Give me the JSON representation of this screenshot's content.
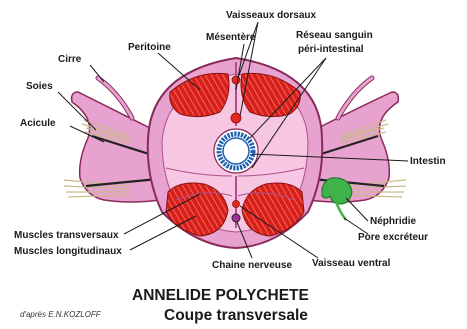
{
  "labels": {
    "vaisseaux_dorsaux": "Vaisseaux dorsaux",
    "mesentere": "Mésentère",
    "reseau_line1": "Réseau sanguin",
    "reseau_line2": "péri-intestinal",
    "peritoine": "Peritoine",
    "cirre": "Cirre",
    "soies": "Soies",
    "acicule": "Acicule",
    "intestin": "Intestin",
    "nephridie": "Néphridie",
    "pore_excreteur": "Pore excréteur",
    "vaisseau_ventral": "Vaisseau ventral",
    "chaine_nerveuse": "Chaine nerveuse",
    "muscles_transversaux": "Muscles transversaux",
    "muscles_longitudinaux": "Muscles longitudinaux"
  },
  "title": "ANNELIDE POLYCHETE",
  "subtitle": "Coupe transversale",
  "credit": "d'après E.N.KOZLOFF",
  "colors": {
    "body_wall": "#e8a2cf",
    "body_outline": "#8a2a5a",
    "coelom": "#f6c6e2",
    "muscle": "#e0281e",
    "muscle_stripe": "#ff8a80",
    "intestine_ring": "#1f5fb0",
    "intestine_lumen": "#ffffff",
    "vessel": "#e0281e",
    "nephridium": "#3fb34a",
    "nerve_cord": "#a0309a",
    "setae": "#c9b98a"
  }
}
